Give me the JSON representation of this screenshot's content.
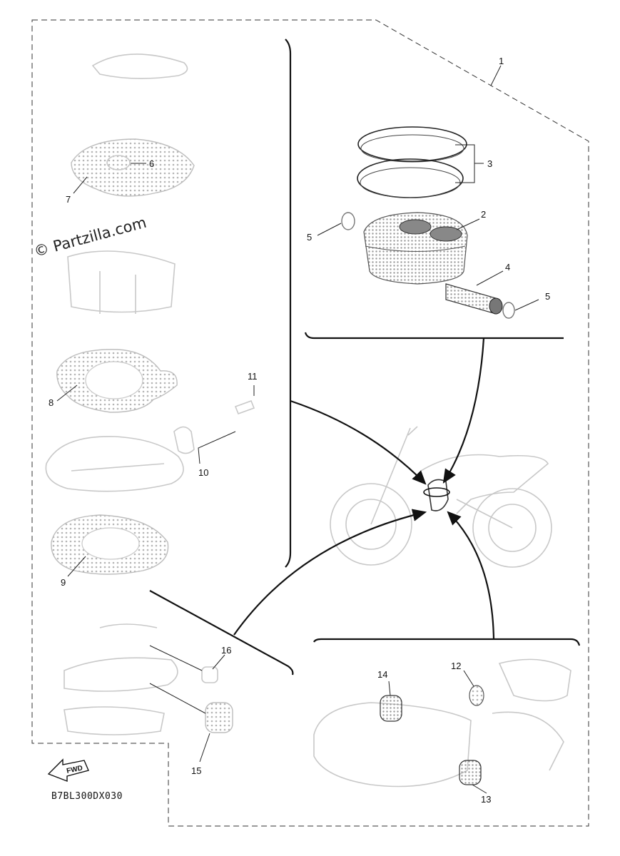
{
  "watermark": "© Partzilla.com",
  "diagram_code": "B7BL300DX030",
  "fwd_label": "FWD",
  "callouts": {
    "c1": "1",
    "c2": "2",
    "c3": "3",
    "c4": "4",
    "c5a": "5",
    "c5b": "5",
    "c6": "6",
    "c7": "7",
    "c8": "8",
    "c9": "9",
    "c10": "10",
    "c11": "11",
    "c12": "12",
    "c13": "13",
    "c14": "14",
    "c15": "15",
    "c16": "16"
  }
}
